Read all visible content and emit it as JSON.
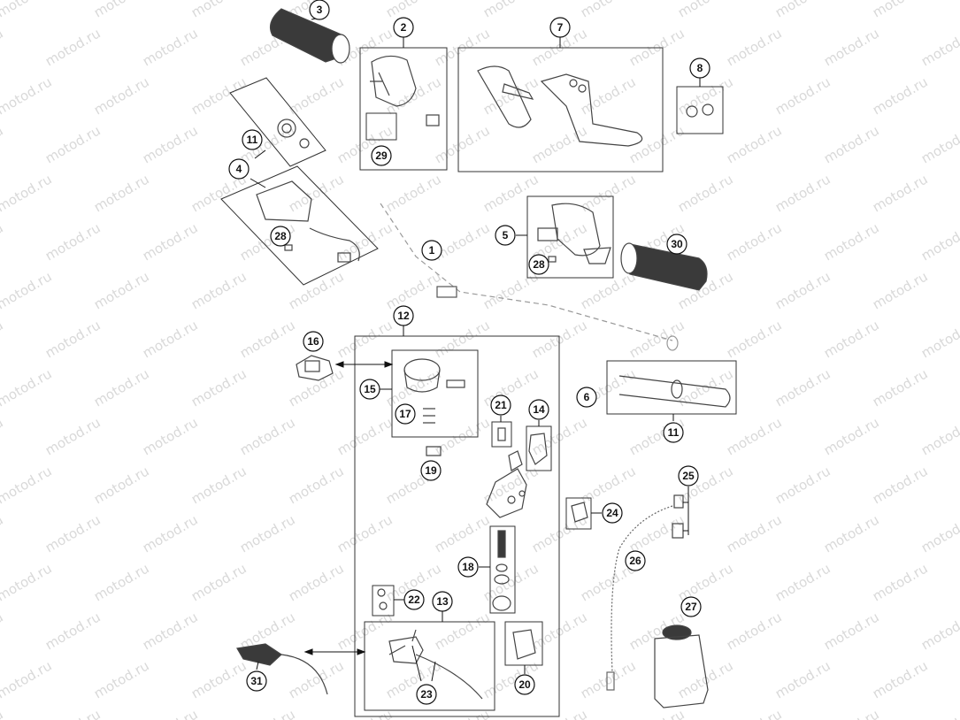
{
  "watermark": "motod.ru",
  "callouts": [
    "1",
    "2",
    "3",
    "4",
    "5",
    "6",
    "7",
    "8",
    "11",
    "11",
    "12",
    "13",
    "14",
    "15",
    "16",
    "17",
    "18",
    "19",
    "20",
    "21",
    "22",
    "23",
    "24",
    "25",
    "26",
    "27",
    "28",
    "28",
    "29",
    "30",
    "31"
  ]
}
